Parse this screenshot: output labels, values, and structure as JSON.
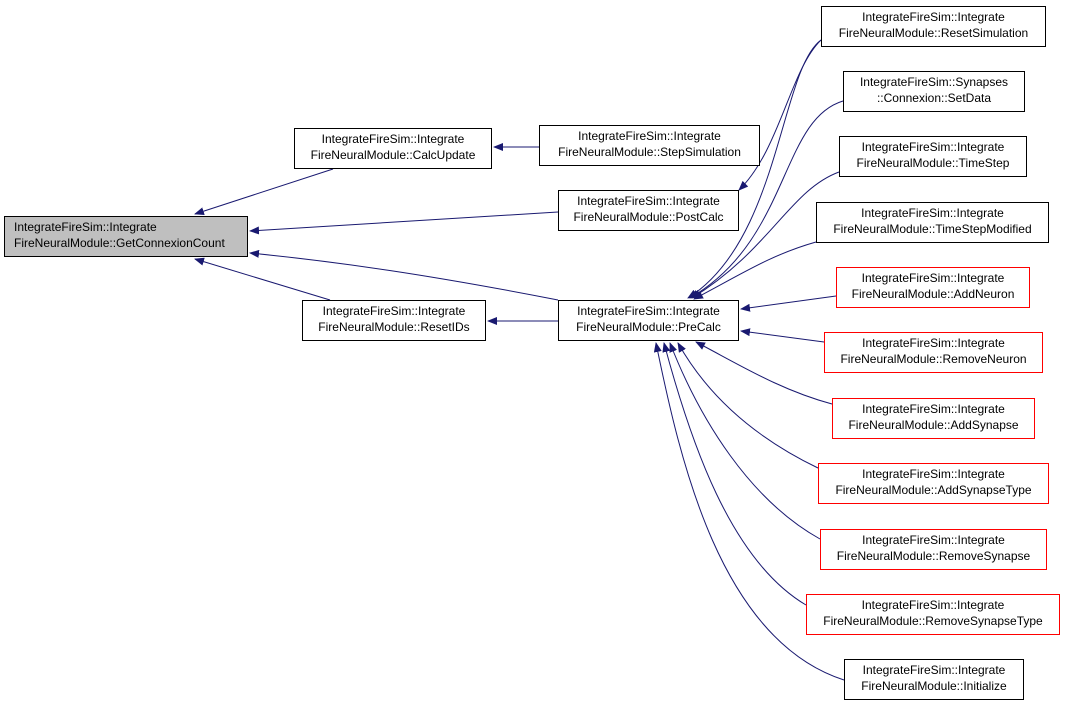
{
  "nodes": [
    {
      "id": "get_connexion_count",
      "line1": "IntegrateFireSim::Integrate",
      "line2": "FireNeuralModule::GetConnexionCount",
      "style": "root"
    },
    {
      "id": "calc_update",
      "line1": "IntegrateFireSim::Integrate",
      "line2": "FireNeuralModule::CalcUpdate",
      "style": "black"
    },
    {
      "id": "step_simulation",
      "line1": "IntegrateFireSim::Integrate",
      "line2": "FireNeuralModule::StepSimulation",
      "style": "black"
    },
    {
      "id": "post_calc",
      "line1": "IntegrateFireSim::Integrate",
      "line2": "FireNeuralModule::PostCalc",
      "style": "black"
    },
    {
      "id": "reset_ids",
      "line1": "IntegrateFireSim::Integrate",
      "line2": "FireNeuralModule::ResetIDs",
      "style": "black"
    },
    {
      "id": "pre_calc",
      "line1": "IntegrateFireSim::Integrate",
      "line2": "FireNeuralModule::PreCalc",
      "style": "black"
    },
    {
      "id": "reset_simulation",
      "line1": "IntegrateFireSim::Integrate",
      "line2": "FireNeuralModule::ResetSimulation",
      "style": "black"
    },
    {
      "id": "set_data",
      "line1": "IntegrateFireSim::Synapses",
      "line2": "::Connexion::SetData",
      "style": "black"
    },
    {
      "id": "time_step",
      "line1": "IntegrateFireSim::Integrate",
      "line2": "FireNeuralModule::TimeStep",
      "style": "black"
    },
    {
      "id": "time_step_modified",
      "line1": "IntegrateFireSim::Integrate",
      "line2": "FireNeuralModule::TimeStepModified",
      "style": "black"
    },
    {
      "id": "add_neuron",
      "line1": "IntegrateFireSim::Integrate",
      "line2": "FireNeuralModule::AddNeuron",
      "style": "red"
    },
    {
      "id": "remove_neuron",
      "line1": "IntegrateFireSim::Integrate",
      "line2": "FireNeuralModule::RemoveNeuron",
      "style": "red"
    },
    {
      "id": "add_synapse",
      "line1": "IntegrateFireSim::Integrate",
      "line2": "FireNeuralModule::AddSynapse",
      "style": "red"
    },
    {
      "id": "add_synapse_type",
      "line1": "IntegrateFireSim::Integrate",
      "line2": "FireNeuralModule::AddSynapseType",
      "style": "red"
    },
    {
      "id": "remove_synapse",
      "line1": "IntegrateFireSim::Integrate",
      "line2": "FireNeuralModule::RemoveSynapse",
      "style": "red"
    },
    {
      "id": "remove_synapse_type",
      "line1": "IntegrateFireSim::Integrate",
      "line2": "FireNeuralModule::RemoveSynapseType",
      "style": "red"
    },
    {
      "id": "initialize",
      "line1": "IntegrateFireSim::Integrate",
      "line2": "FireNeuralModule::Initialize",
      "style": "black"
    }
  ],
  "edges": [
    {
      "from": "calc_update",
      "to": "get_connexion_count"
    },
    {
      "from": "post_calc",
      "to": "get_connexion_count"
    },
    {
      "from": "pre_calc",
      "to": "get_connexion_count"
    },
    {
      "from": "reset_ids",
      "to": "get_connexion_count"
    },
    {
      "from": "step_simulation",
      "to": "calc_update"
    },
    {
      "from": "reset_simulation",
      "to": "post_calc"
    },
    {
      "from": "pre_calc",
      "to": "reset_ids"
    },
    {
      "from": "reset_simulation",
      "to": "pre_calc"
    },
    {
      "from": "set_data",
      "to": "pre_calc"
    },
    {
      "from": "time_step",
      "to": "pre_calc"
    },
    {
      "from": "time_step_modified",
      "to": "pre_calc"
    },
    {
      "from": "add_neuron",
      "to": "pre_calc"
    },
    {
      "from": "remove_neuron",
      "to": "pre_calc"
    },
    {
      "from": "add_synapse",
      "to": "pre_calc"
    },
    {
      "from": "add_synapse_type",
      "to": "pre_calc"
    },
    {
      "from": "remove_synapse",
      "to": "pre_calc"
    },
    {
      "from": "remove_synapse_type",
      "to": "pre_calc"
    },
    {
      "from": "initialize",
      "to": "pre_calc"
    }
  ],
  "colors": {
    "edge": "#191970",
    "root_fill": "#bfbfbf",
    "node_border": "#000000",
    "undocumented_border": "#ff0000"
  }
}
